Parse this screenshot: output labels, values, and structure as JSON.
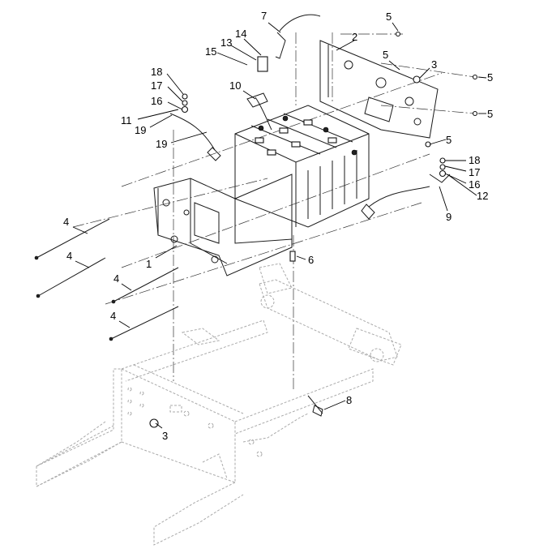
{
  "callouts": [
    {
      "id": "c1",
      "label": "1"
    },
    {
      "id": "c2",
      "label": "2"
    },
    {
      "id": "c3a",
      "label": "3"
    },
    {
      "id": "c3b",
      "label": "3"
    },
    {
      "id": "c4a",
      "label": "4"
    },
    {
      "id": "c4b",
      "label": "4"
    },
    {
      "id": "c4c",
      "label": "4"
    },
    {
      "id": "c4d",
      "label": "4"
    },
    {
      "id": "c5a",
      "label": "5"
    },
    {
      "id": "c5b",
      "label": "5"
    },
    {
      "id": "c5c",
      "label": "5"
    },
    {
      "id": "c5d",
      "label": "5"
    },
    {
      "id": "c5e",
      "label": "5"
    },
    {
      "id": "c6",
      "label": "6"
    },
    {
      "id": "c7",
      "label": "7"
    },
    {
      "id": "c8",
      "label": "8"
    },
    {
      "id": "c9",
      "label": "9"
    },
    {
      "id": "c10",
      "label": "10"
    },
    {
      "id": "c11",
      "label": "11"
    },
    {
      "id": "c12",
      "label": "12"
    },
    {
      "id": "c13",
      "label": "13"
    },
    {
      "id": "c14",
      "label": "14"
    },
    {
      "id": "c15",
      "label": "15"
    },
    {
      "id": "c16a",
      "label": "16"
    },
    {
      "id": "c16b",
      "label": "16"
    },
    {
      "id": "c17a",
      "label": "17"
    },
    {
      "id": "c17b",
      "label": "17"
    },
    {
      "id": "c18a",
      "label": "18"
    },
    {
      "id": "c18b",
      "label": "18"
    },
    {
      "id": "c19a",
      "label": "19"
    },
    {
      "id": "c19b",
      "label": "19"
    }
  ]
}
